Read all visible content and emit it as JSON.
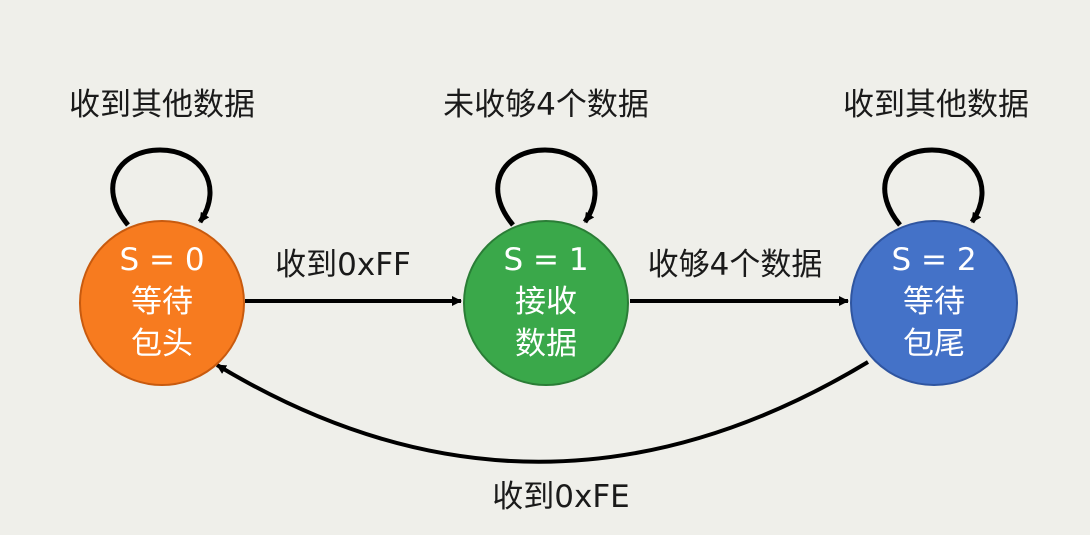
{
  "colors": {
    "background": "#efefea",
    "state0": "#f77b1f",
    "state0_border": "#c85a0e",
    "state1": "#3aa84a",
    "state1_border": "#2a7d36",
    "state2": "#4472c8",
    "state2_border": "#2f55a0",
    "edge": "#000000"
  },
  "states": [
    {
      "id": "s0",
      "line1": "S = 0",
      "line2": "等待",
      "line3": "包头"
    },
    {
      "id": "s1",
      "line1": "S = 1",
      "line2": "接收",
      "line3": "数据"
    },
    {
      "id": "s2",
      "line1": "S = 2",
      "line2": "等待",
      "line3": "包尾"
    }
  ],
  "transitions": {
    "s0_self": "收到其他数据",
    "s1_self": "未收够4个数据",
    "s2_self": "收到其他数据",
    "s0_to_s1": "收到0xFF",
    "s1_to_s2": "收够4个数据",
    "s2_to_s0": "收到0xFE"
  }
}
